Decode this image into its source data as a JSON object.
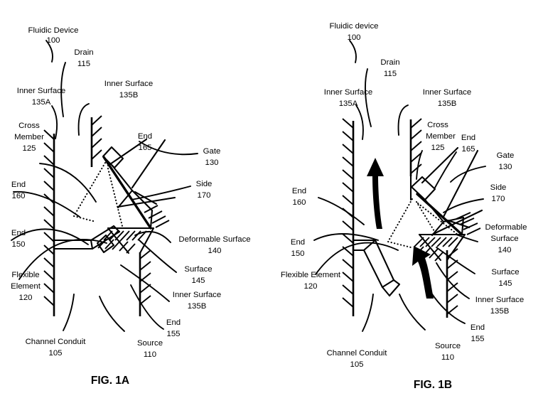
{
  "document": {
    "kind": "patent-drawing-sheet",
    "background_color": "#ffffff",
    "ink_color": "#000000"
  },
  "figures": [
    {
      "id": "fig-1a",
      "caption": "FIG. 1A",
      "labels": [
        {
          "key": "fluidic_device",
          "name": "Fluidic Device",
          "number": "100"
        },
        {
          "key": "drain",
          "name": "Drain",
          "number": "115"
        },
        {
          "key": "inner_surface_135a",
          "name": "Inner Surface",
          "number": "135A"
        },
        {
          "key": "inner_surface_135b_top",
          "name": "Inner Surface",
          "number": "135B"
        },
        {
          "key": "cross_member",
          "name": "Cross\nMember",
          "number": "125"
        },
        {
          "key": "end_165",
          "name": "End",
          "number": "165"
        },
        {
          "key": "gate",
          "name": "Gate",
          "number": "130"
        },
        {
          "key": "end_160",
          "name": "End",
          "number": "160"
        },
        {
          "key": "side",
          "name": "Side",
          "number": "170"
        },
        {
          "key": "end_150",
          "name": "End",
          "number": "150"
        },
        {
          "key": "deformable_surface",
          "name": "Deformable Surface",
          "number": "140"
        },
        {
          "key": "surface_145",
          "name": "Surface",
          "number": "145"
        },
        {
          "key": "flexible_element",
          "name": "Flexible\nElement",
          "number": "120"
        },
        {
          "key": "inner_surface_135b_bottom",
          "name": "Inner Surface",
          "number": "135B"
        },
        {
          "key": "end_155",
          "name": "End",
          "number": "155"
        },
        {
          "key": "channel_conduit",
          "name": "Channel Conduit",
          "number": "105"
        },
        {
          "key": "source",
          "name": "Source",
          "number": "110"
        }
      ],
      "flow_arrows": []
    },
    {
      "id": "fig-1b",
      "caption": "FIG. 1B",
      "labels": [
        {
          "key": "fluidic_device",
          "name": "Fluidic device",
          "number": "100"
        },
        {
          "key": "drain",
          "name": "Drain",
          "number": "115"
        },
        {
          "key": "inner_surface_135a",
          "name": "Inner Surface",
          "number": "135A"
        },
        {
          "key": "inner_surface_135b_top",
          "name": "Inner Surface",
          "number": "135B"
        },
        {
          "key": "cross_member",
          "name": "Cross\nMember",
          "number": "125"
        },
        {
          "key": "end_165",
          "name": "End",
          "number": "165"
        },
        {
          "key": "gate",
          "name": "Gate",
          "number": "130"
        },
        {
          "key": "end_160",
          "name": "End",
          "number": "160"
        },
        {
          "key": "side",
          "name": "Side",
          "number": "170"
        },
        {
          "key": "end_150",
          "name": "End",
          "number": "150"
        },
        {
          "key": "deformable_surface",
          "name": "Deformable\nSurface",
          "number": "140"
        },
        {
          "key": "surface_145",
          "name": "Surface",
          "number": "145"
        },
        {
          "key": "flexible_element",
          "name": "Flexible Element",
          "number": "120"
        },
        {
          "key": "inner_surface_135b_bottom",
          "name": "Inner Surface",
          "number": "135B"
        },
        {
          "key": "end_155",
          "name": "End",
          "number": "155"
        },
        {
          "key": "channel_conduit",
          "name": "Channel Conduit",
          "number": "105"
        },
        {
          "key": "source",
          "name": "Source",
          "number": "110"
        }
      ],
      "flow_arrows": [
        {
          "key": "drain_flow_arrow",
          "direction": "up",
          "description": "fluid flowing up the drain channel"
        },
        {
          "key": "source_flow_arrow",
          "direction": "up-left",
          "description": "fluid entering from the source past the deflected flexible element"
        }
      ]
    }
  ],
  "fig1a": {
    "fluidic_device_name": "Fluidic Device",
    "fluidic_device_num": "100",
    "drain_name": "Drain",
    "drain_num": "115",
    "inner_surface_a_name": "Inner Surface",
    "inner_surface_a_num": "135A",
    "inner_surface_b_top_name": "Inner Surface",
    "inner_surface_b_top_num": "135B",
    "cross_member_l1": "Cross",
    "cross_member_l2": "Member",
    "cross_member_num": "125",
    "end165_name": "End",
    "end165_num": "165",
    "gate_name": "Gate",
    "gate_num": "130",
    "end160_name": "End",
    "end160_num": "160",
    "side_name": "Side",
    "side_num": "170",
    "end150_name": "End",
    "end150_num": "150",
    "deformable_name": "Deformable Surface",
    "deformable_num": "140",
    "surface145_name": "Surface",
    "surface145_num": "145",
    "flexible_l1": "Flexible",
    "flexible_l2": "Element",
    "flexible_num": "120",
    "inner_surface_b_bot_name": "Inner Surface",
    "inner_surface_b_bot_num": "135B",
    "end155_name": "End",
    "end155_num": "155",
    "channel_name": "Channel Conduit",
    "channel_num": "105",
    "source_name": "Source",
    "source_num": "110",
    "caption": "FIG. 1A"
  },
  "fig1b": {
    "fluidic_device_name": "Fluidic device",
    "fluidic_device_num": "100",
    "drain_name": "Drain",
    "drain_num": "115",
    "inner_surface_a_name": "Inner Surface",
    "inner_surface_a_num": "135A",
    "inner_surface_b_top_name": "Inner Surface",
    "inner_surface_b_top_num": "135B",
    "cross_member_l1": "Cross",
    "cross_member_l2": "Member",
    "cross_member_num": "125",
    "end165_name": "End",
    "end165_num": "165",
    "gate_name": "Gate",
    "gate_num": "130",
    "end160_name": "End",
    "end160_num": "160",
    "side_name": "Side",
    "side_num": "170",
    "end150_name": "End",
    "end150_num": "150",
    "deformable_l1": "Deformable",
    "deformable_l2": "Surface",
    "deformable_num": "140",
    "surface145_name": "Surface",
    "surface145_num": "145",
    "flexible_name": "Flexible Element",
    "flexible_num": "120",
    "inner_surface_b_bot_name": "Inner Surface",
    "inner_surface_b_bot_num": "135B",
    "end155_name": "End",
    "end155_num": "155",
    "channel_name": "Channel Conduit",
    "channel_num": "105",
    "source_name": "Source",
    "source_num": "110",
    "caption": "FIG. 1B"
  }
}
